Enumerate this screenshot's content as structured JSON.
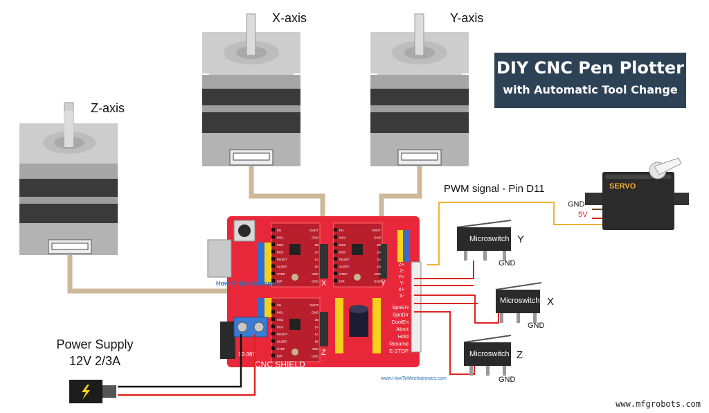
{
  "title": {
    "line1": "DIY CNC Pen Plotter",
    "line2": "with Automatic Tool Change"
  },
  "motors": {
    "x": "X-axis",
    "y": "Y-axis",
    "z": "Z-axis"
  },
  "servo": {
    "brand": "SERVO",
    "pwm_label": "PWM signal - Pin D11",
    "gnd": "GND",
    "v5": "5V"
  },
  "switches": [
    {
      "label": "Microswitch",
      "axis": "Y",
      "gnd": "GND"
    },
    {
      "label": "Microswitch",
      "axis": "X",
      "gnd": "GND"
    },
    {
      "label": "Microswitch",
      "axis": "Z",
      "gnd": "GND"
    }
  ],
  "shield": {
    "name": "CNC SHIELD",
    "power_label": "12-36V",
    "driver_labels": [
      "X",
      "Y",
      "Z"
    ],
    "driver_pins_left": [
      "EN",
      "MS1",
      "MS2",
      "MS3",
      "RESET",
      "SLEEP",
      "STEP",
      "DIR"
    ],
    "driver_pins_right": [
      "VMOT",
      "GND",
      "2B",
      "2A",
      "1A",
      "1B",
      "VDD",
      "GND"
    ],
    "endstop_pins": [
      "Z+",
      "Z-",
      "Y+",
      "Y-",
      "X+",
      "X-"
    ],
    "control_pins": [
      "SpnEN",
      "SpnDir",
      "CoolEn",
      "Abort",
      "Hold",
      "Resume",
      "E-STOP"
    ],
    "logo_text": "How To Mechatronics",
    "site_text": "www.HowToMechatronics.com"
  },
  "power_supply": {
    "line1": "Power Supply",
    "line2": "12V 2/3A"
  },
  "watermark": "www.mfgrobots.com",
  "colors": {
    "title_bg": "#2e4256",
    "board_red": "#e8283a",
    "cable_tan": "#cdb89a",
    "pwm_wire": "#f2b233",
    "red_wire": "#e0221f",
    "black_wire": "#111111"
  }
}
